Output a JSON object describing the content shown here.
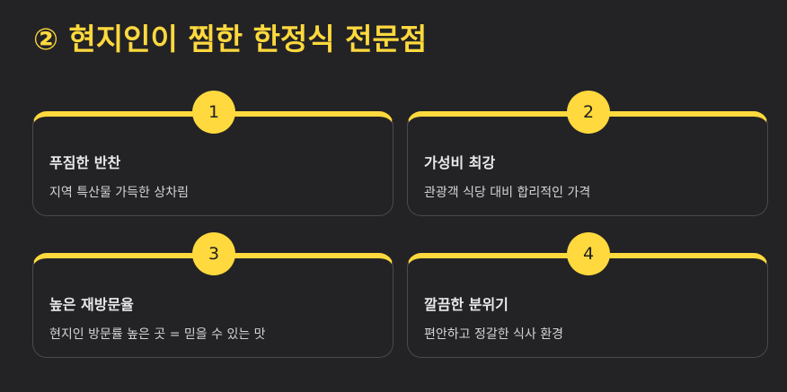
{
  "title": "② 현지인이 찜한 한정식 전문점",
  "cards": [
    {
      "number": "1",
      "title": "푸짐한 반찬",
      "description": "지역 특산물 가득한 상차림"
    },
    {
      "number": "2",
      "title": "가성비 최강",
      "description": "관광객 식당 대비 합리적인 가격"
    },
    {
      "number": "3",
      "title": "높은 재방문율",
      "description": "현지인 방문률 높은 곳 = 믿을 수 있는 맛"
    },
    {
      "number": "4",
      "title": "깔끔한 분위기",
      "description": "편안하고 정갈한 식사 환경"
    }
  ],
  "colors": {
    "accent": "#ffd93d",
    "background": "#232326",
    "card_border": "#4a4a4f"
  }
}
